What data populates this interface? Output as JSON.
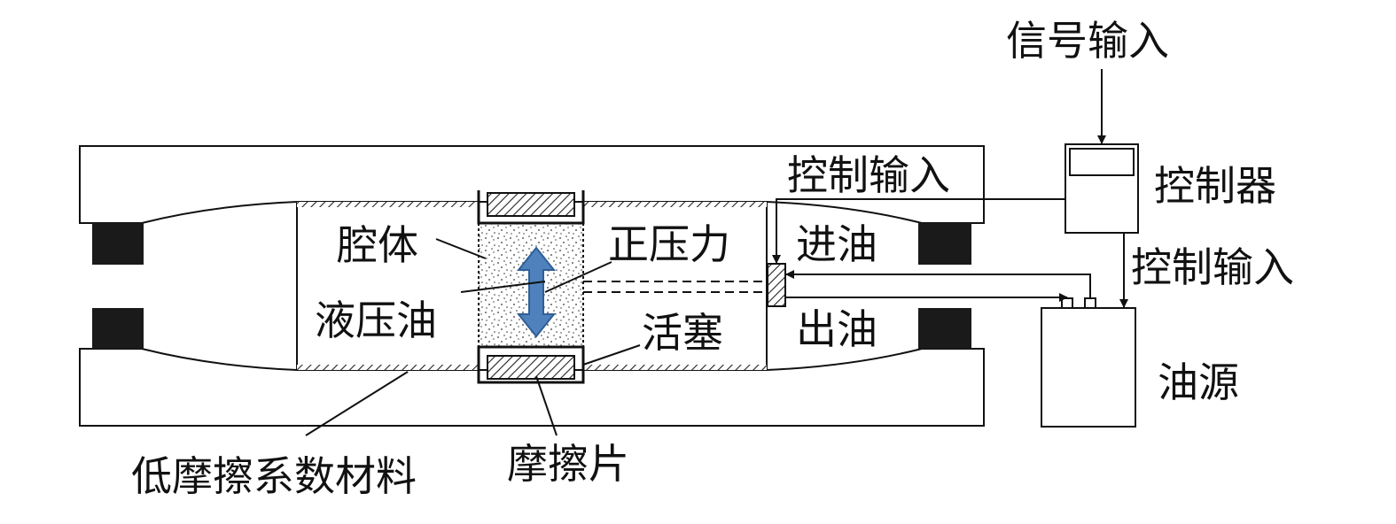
{
  "labels": {
    "signal_input": "信号输入",
    "control_input_top": "控制输入",
    "controller": "控制器",
    "control_input_right": "控制输入",
    "cavity": "腔体",
    "normal_force": "正压力",
    "oil_in": "进油",
    "hydraulic_oil": "液压油",
    "piston": "活塞",
    "oil_out": "出油",
    "oil_source": "油源",
    "low_friction_material": "低摩擦系数材料",
    "friction_pad": "摩擦片"
  },
  "colors": {
    "line": "#111111",
    "block": "#1a1a1a",
    "arrow_fill": "#4f81bd",
    "arrow_stroke": "#2f5f96"
  }
}
